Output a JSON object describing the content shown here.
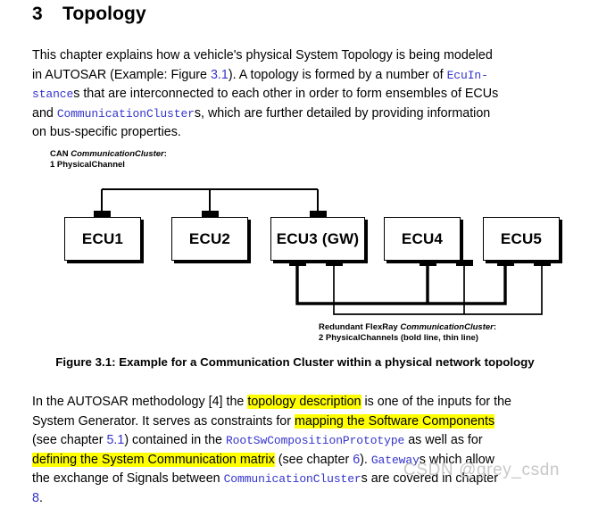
{
  "document": {
    "chapter_number": "3",
    "chapter_title": "Topology"
  },
  "paragraphs": {
    "intro": {
      "line1": "This chapter explains how a vehicle's physical System Topology is being modeled",
      "line2_a": "in AUTOSAR (Example: Figure ",
      "line2_ref": "3.1",
      "line2_b": "). A topology is formed by a number of ",
      "line2_code": "EcuIn-",
      "line3_code": "stance",
      "line3_a": "s that are interconnected to each other in order to form ensembles of ECUs",
      "line4_a": "and ",
      "line4_code": "CommunicationCluster",
      "line4_b": "s, which are further detailed by providing information",
      "line5": "on bus-specific properties."
    },
    "method": {
      "l1_a": "In the AUTOSAR methodology [4] the ",
      "l1_hl": "topology description",
      "l1_b": " is one of the inputs for the",
      "l2_a": "System Generator.  It serves as constraints for ",
      "l2_hl": "mapping the Software Components",
      "l3_a": "(see chapter ",
      "l3_ref": "5.1",
      "l3_b": ") contained in the ",
      "l3_code": "RootSwCompositionPrototype",
      "l3_c": " as well as for",
      "l4_hl1": "defining the ",
      "l4_hl2": "System Communication matrix",
      "l4_a": " (see chapter ",
      "l4_ref": "6",
      "l4_b": "). ",
      "l4_code": "Gateway",
      "l4_c": "s which allow",
      "l5_a": "the exchange of Signals between ",
      "l5_code": "CommunicationCluster",
      "l5_b": "s are covered in chapter",
      "l6_ref": "8",
      "l6_b": "."
    }
  },
  "figure": {
    "caption": "Figure 3.1: Example for a Communication Cluster within a physical network topology",
    "can_cluster": {
      "name": "CAN",
      "type": "CommunicationCluster",
      "colon": ":",
      "channels": "1 PhysicalChannel"
    },
    "flexray_cluster": {
      "name": "Redundant FlexRay",
      "type": "CommunicationCluster",
      "colon": ":",
      "channels": "2 PhysicalChannels (bold line, thin line)"
    },
    "nodes": [
      {
        "id": "ecu1",
        "label": "ECU1"
      },
      {
        "id": "ecu2",
        "label": "ECU2"
      },
      {
        "id": "ecu3",
        "label": "ECU3 (GW)"
      },
      {
        "id": "ecu4",
        "label": "ECU4"
      },
      {
        "id": "ecu5",
        "label": "ECU5"
      }
    ]
  },
  "watermark": {
    "text": "CSDN @grey_csdn"
  },
  "colors": {
    "link": "#3434cc",
    "highlight": "#ffff00",
    "line": "#000000",
    "background": "#ffffff"
  }
}
